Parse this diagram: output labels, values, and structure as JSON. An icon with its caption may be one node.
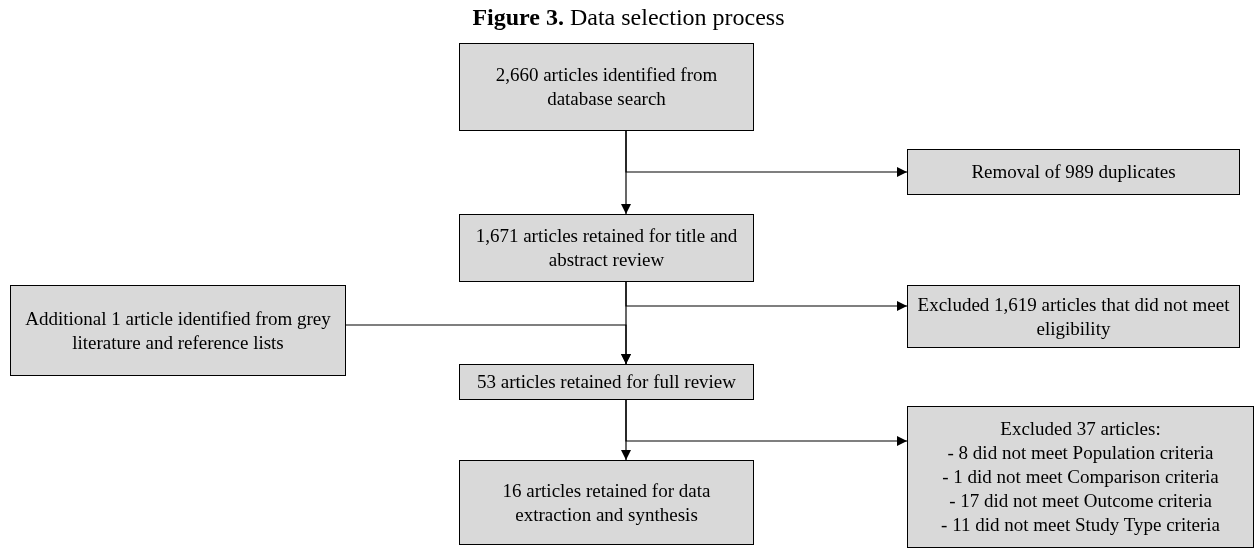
{
  "diagram": {
    "title": "**Figure 3.** Data selection process",
    "nodes": [
      {
        "text": [
          "2,660 articles identified from database search"
        ]
      },
      {
        "text": [
          "Removal of 989 duplicates"
        ]
      },
      {
        "text": [
          "1,671 articles retained for title and abstract review"
        ]
      },
      {
        "text": [
          "Additional 1 article identified from grey literature and reference lists"
        ]
      },
      {
        "text": [
          "Excluded 1,619 articles that did not meet eligibility"
        ]
      },
      {
        "text": [
          "53 articles retained for full review"
        ]
      },
      {
        "text": [
          "Excluded 37 articles:",
          "- 8 did not meet Population criteria",
          "- 1 did not meet Comparison criteria",
          "- 17 did not meet Outcome criteria",
          "- 11 did not meet Study Type criteria"
        ]
      },
      {
        "text": [
          "16 articles retained for data extraction and synthesis"
        ]
      }
    ],
    "edges": [
      {
        "from": 0,
        "to": 2,
        "arrow": "to"
      },
      {
        "from": 0,
        "to": 1,
        "arrow": "to"
      },
      {
        "from": 2,
        "to": 5,
        "arrow": "to"
      },
      {
        "from": 2,
        "to": 4,
        "arrow": "to"
      },
      {
        "from": 3,
        "to": 5,
        "arrow": "to"
      },
      {
        "from": 5,
        "to": 7,
        "arrow": "to"
      },
      {
        "from": 5,
        "to": 6,
        "arrow": "to"
      }
    ]
  }
}
